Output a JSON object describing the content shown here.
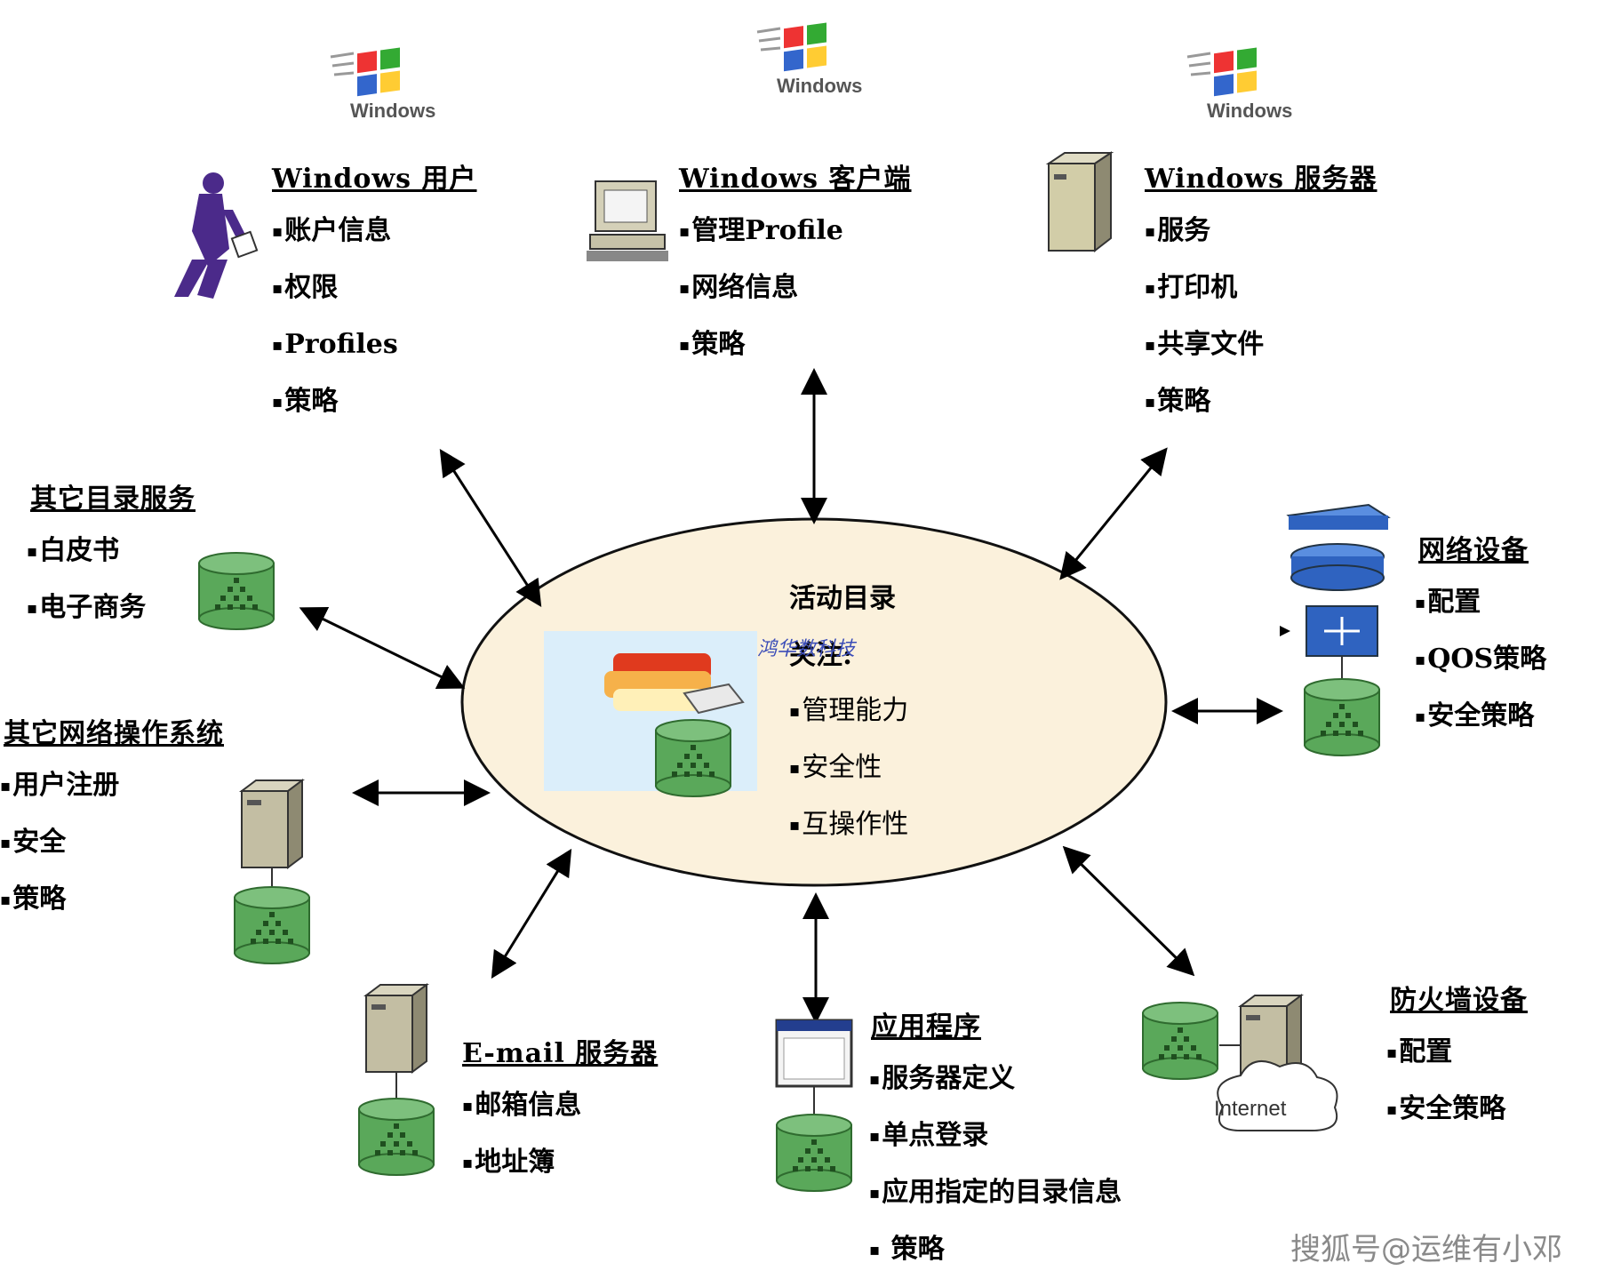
{
  "center": {
    "title": "活动目录",
    "subtitle": "关注:",
    "items": [
      "管理能力",
      "安全性",
      "互操作性"
    ],
    "watermark_small": "鸿华数科技"
  },
  "nodes": {
    "windows_user": {
      "title": "Windows 用户",
      "items": [
        "账户信息",
        "权限",
        "Profiles",
        "策略"
      ],
      "logo_text": "Windows"
    },
    "windows_client": {
      "title": "Windows 客户端",
      "items": [
        "管理Profile",
        "网络信息",
        "策略"
      ],
      "logo_text": "Windows"
    },
    "windows_server": {
      "title": "Windows 服务器",
      "items": [
        "服务",
        "打印机",
        "共享文件",
        "策略"
      ],
      "logo_text": "Windows"
    },
    "other_dir": {
      "title": "其它目录服务",
      "items": [
        "白皮书",
        "电子商务"
      ]
    },
    "other_os": {
      "title": "其它网络操作系统",
      "items": [
        "用户注册",
        "安全",
        "策略"
      ]
    },
    "network_dev": {
      "title": "网络设备",
      "items": [
        "配置",
        "QOS策略",
        "安全策略"
      ]
    },
    "email": {
      "title": "E-mail 服务器",
      "items": [
        "邮箱信息",
        "地址簿"
      ]
    },
    "application": {
      "title": "应用程序",
      "items": [
        "服务器定义",
        "单点登录",
        "应用指定的目录信息",
        " 策略"
      ]
    },
    "firewall": {
      "title": "防火墙设备",
      "items": [
        "配置",
        "安全策略"
      ],
      "cloud_label": "Internet"
    }
  },
  "watermark": "搜狐号@运维有小邓",
  "colors": {
    "ellipse_fill": "#fbf1dc",
    "db_green": "#5aa85a",
    "db_dark": "#2f6b2f",
    "person": "#4b2a8a"
  },
  "icons": [
    "windows-logo-icon",
    "person-walking-icon",
    "computer-icon",
    "server-icon",
    "database-icon",
    "switch-icon",
    "router-icon",
    "internet-cloud-icon",
    "app-window-icon",
    "folders-icon"
  ]
}
